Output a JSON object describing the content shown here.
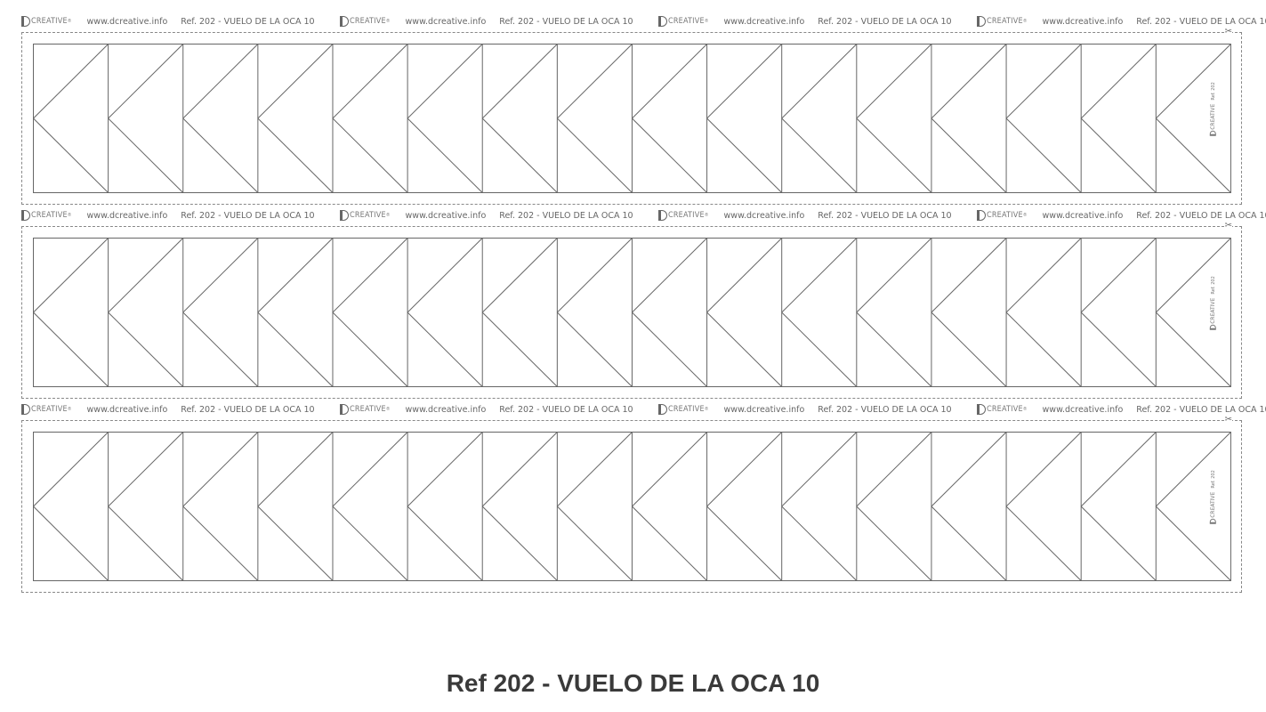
{
  "header": {
    "logo_text": "CREATIVE",
    "logo_reg": "®",
    "url": "www.dcreative.info",
    "ref": "Ref. 202 - VUELO DE LA OCA 10"
  },
  "strip": {
    "cut_icon": "scissors-icon",
    "side_logo_text": "CREATIVE",
    "side_ref": "Ref. 202",
    "units_per_strip": 16,
    "strip_count": 3
  },
  "footer": {
    "title": "Ref 202 - VUELO DE LA OCA 10"
  },
  "colors": {
    "line": "#666666",
    "title": "#3a3a3a"
  }
}
